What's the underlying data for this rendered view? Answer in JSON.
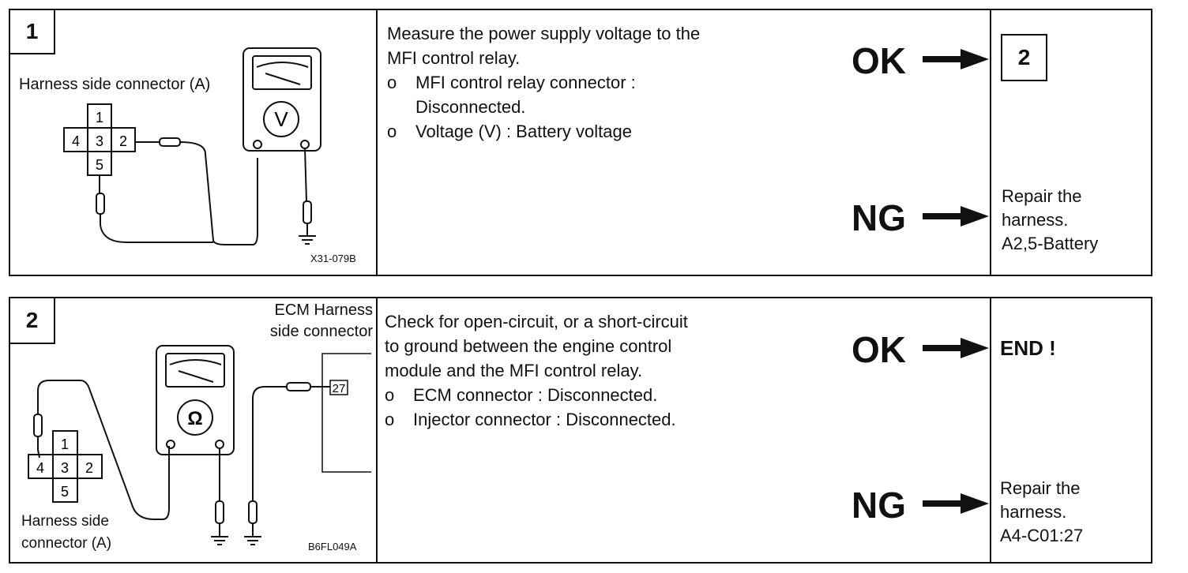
{
  "steps": [
    {
      "number": "1",
      "figure": {
        "connector_label": "Harness side connector (A)",
        "pins": [
          "1",
          "4",
          "3",
          "2",
          "5"
        ],
        "meter_symbol": "V",
        "code": "X31-079B"
      },
      "instructions": {
        "lines": [
          "Measure the power supply voltage to the",
          "MFI control relay."
        ],
        "bullets": [
          {
            "marker": "o",
            "lines": [
              "MFI control relay connector :",
              "Disconnected."
            ]
          },
          {
            "marker": "o",
            "lines": [
              "Voltage (V) : Battery voltage"
            ]
          }
        ]
      },
      "ok_label": "OK",
      "ng_label": "NG",
      "ok_result": "2",
      "ng_result": [
        "Repair the",
        "harness.",
        "A2,5-Battery"
      ]
    },
    {
      "number": "2",
      "figure": {
        "ecm_label": [
          "ECM Harness",
          "side connector"
        ],
        "ecm_pin": "27",
        "connector_label": [
          "Harness side",
          "connector (A)"
        ],
        "pins": [
          "1",
          "4",
          "3",
          "2",
          "5"
        ],
        "meter_symbol": "Ω",
        "code": "B6FL049A"
      },
      "instructions": {
        "lines": [
          "Check for open-circuit, or a short-circuit",
          "to ground between the engine control",
          "module and the MFI control relay."
        ],
        "bullets": [
          {
            "marker": "o",
            "lines": [
              "ECM connector : Disconnected."
            ]
          },
          {
            "marker": "o",
            "lines": [
              "Injector connector : Disconnected."
            ]
          }
        ]
      },
      "ok_label": "OK",
      "ng_label": "NG",
      "ok_result": "END !",
      "ng_result": [
        "Repair the",
        "harness.",
        "A4-C01:27"
      ]
    }
  ]
}
